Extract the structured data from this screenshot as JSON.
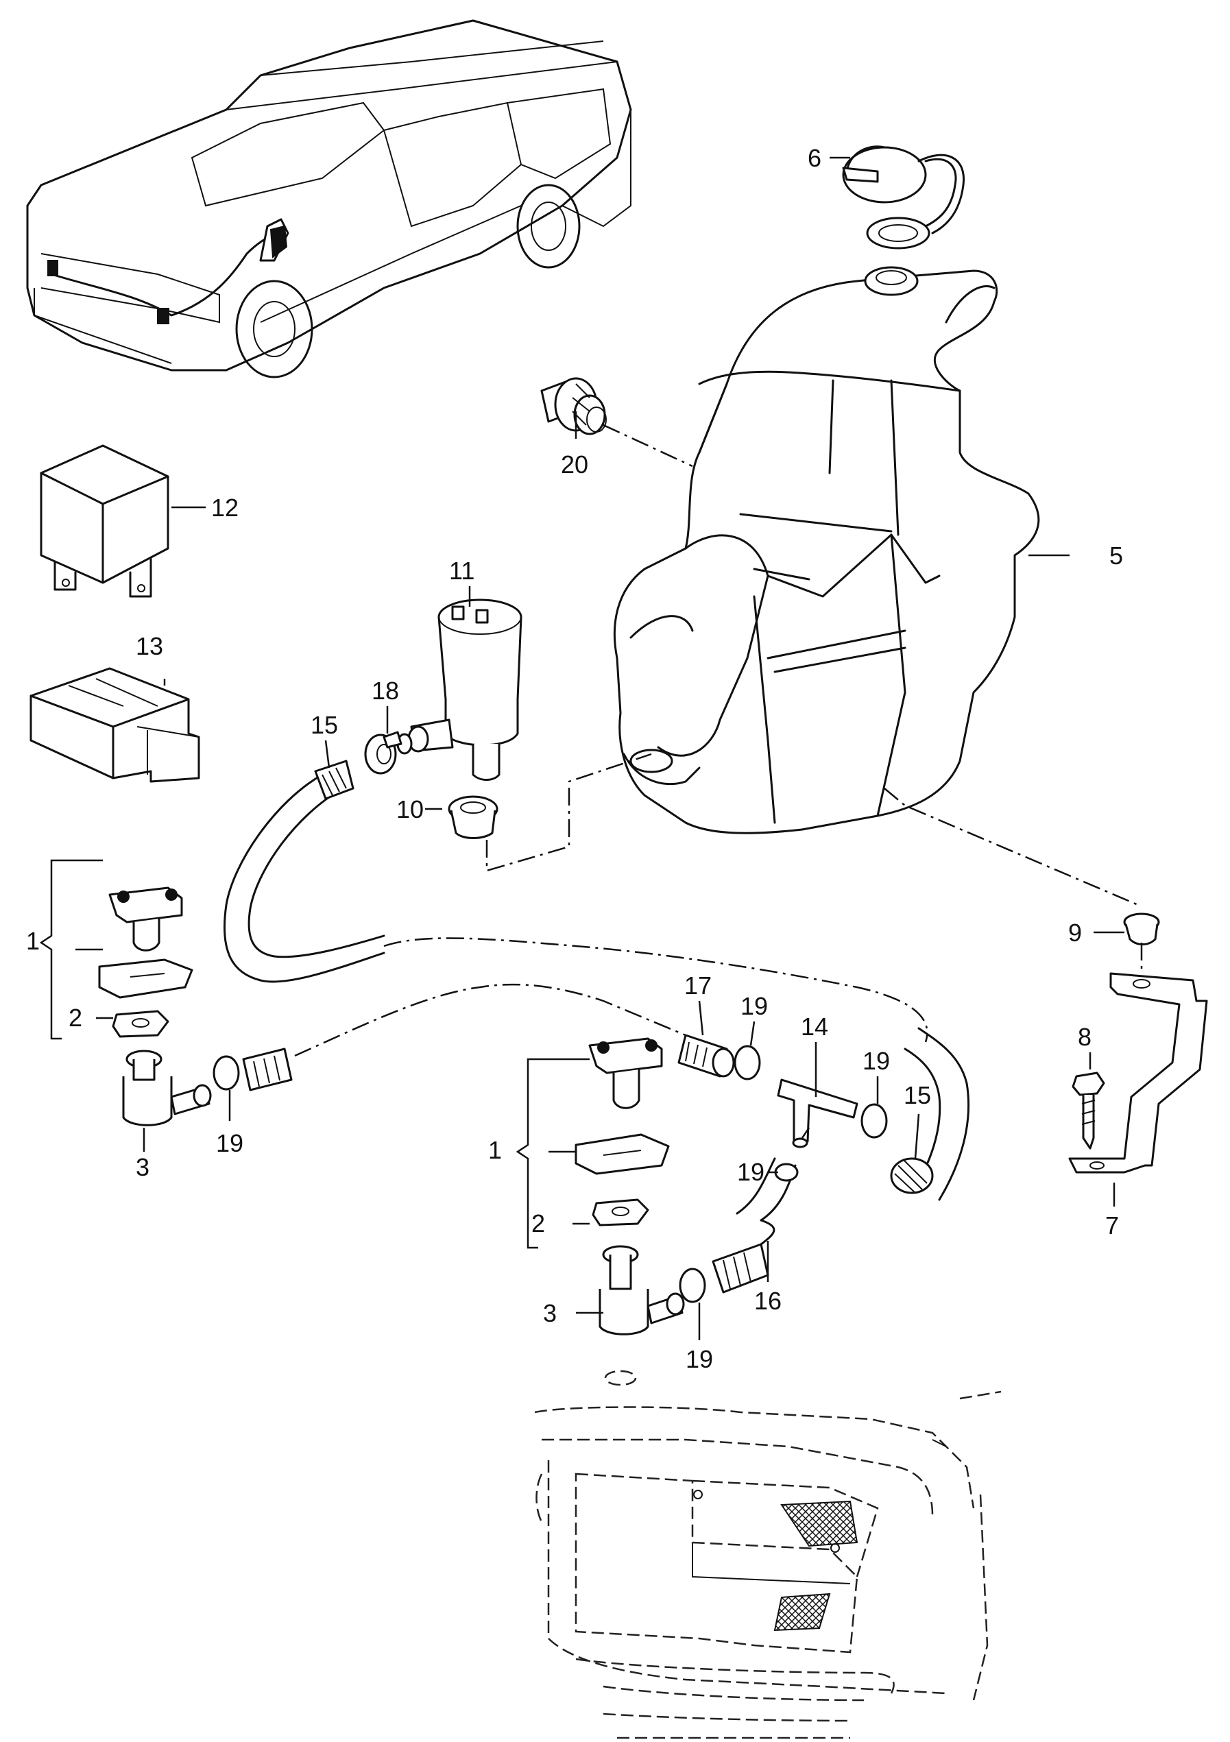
{
  "callouts": [
    {
      "key": "c1a",
      "text": "1"
    },
    {
      "key": "c2a",
      "text": "2"
    },
    {
      "key": "c3a",
      "text": "3"
    },
    {
      "key": "c1b",
      "text": "1"
    },
    {
      "key": "c2b",
      "text": "2"
    },
    {
      "key": "c3b",
      "text": "3"
    },
    {
      "key": "c5",
      "text": "5"
    },
    {
      "key": "c6",
      "text": "6"
    },
    {
      "key": "c7",
      "text": "7"
    },
    {
      "key": "c8",
      "text": "8"
    },
    {
      "key": "c9",
      "text": "9"
    },
    {
      "key": "c10",
      "text": "10"
    },
    {
      "key": "c11",
      "text": "11"
    },
    {
      "key": "c12",
      "text": "12"
    },
    {
      "key": "c13",
      "text": "13"
    },
    {
      "key": "c14",
      "text": "14"
    },
    {
      "key": "c15a",
      "text": "15"
    },
    {
      "key": "c15b",
      "text": "15"
    },
    {
      "key": "c16",
      "text": "16"
    },
    {
      "key": "c17",
      "text": "17"
    },
    {
      "key": "c18",
      "text": "18"
    },
    {
      "key": "c19a",
      "text": "19"
    },
    {
      "key": "c19b",
      "text": "19"
    },
    {
      "key": "c19c",
      "text": "19"
    },
    {
      "key": "c19d",
      "text": "19"
    },
    {
      "key": "c19e",
      "text": "19"
    },
    {
      "key": "c20",
      "text": "20"
    }
  ]
}
